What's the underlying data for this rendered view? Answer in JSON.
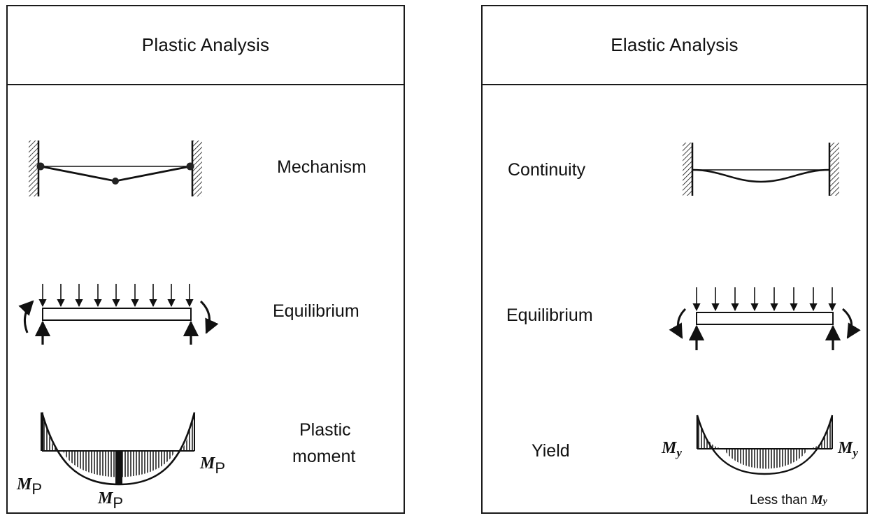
{
  "plastic": {
    "title": "Plastic Analysis",
    "mechanism_label": "Mechanism",
    "equilibrium_label": "Equilibrium",
    "moment_label_line1": "Plastic",
    "moment_label_line2": "moment",
    "mp_symbol": "M",
    "mp_subscript": "P"
  },
  "elastic": {
    "title": "Elastic Analysis",
    "continuity_label": "Continuity",
    "equilibrium_label": "Equilibrium",
    "yield_label": "Yield",
    "my_symbol": "M",
    "my_subscript": "y",
    "less_than_text": "Less than",
    "less_than_symbol": "M",
    "less_than_subscript": "y"
  }
}
